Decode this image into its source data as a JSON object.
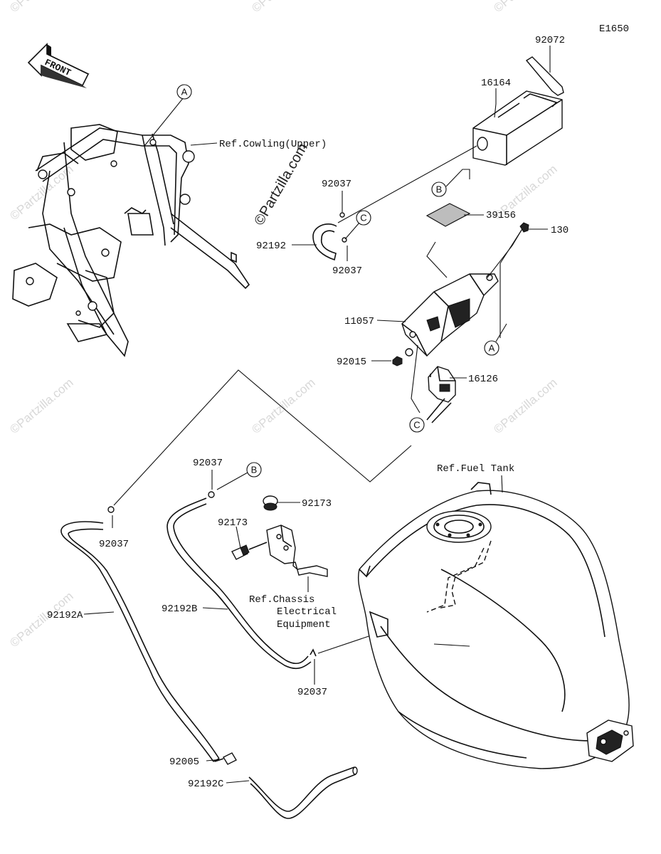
{
  "diagram_code": "E1650",
  "front_arrow_label": "FRONT",
  "watermark": "©Partzilla.com",
  "brand_watermark": "©Partzilla.com",
  "callouts": {
    "a1": "A",
    "a2": "A",
    "b1": "B",
    "b2": "B",
    "c1": "C",
    "c2": "C"
  },
  "parts": {
    "p92072": "92072",
    "p16164": "16164",
    "p92037_top": "92037",
    "p92192": "92192",
    "p92037_mid": "92037",
    "p39156": "39156",
    "p130": "130",
    "p11057": "11057",
    "p92015": "92015",
    "p16126": "16126",
    "p92037_lower": "92037",
    "p92037_left": "92037",
    "p92173_a": "92173",
    "p92173_b": "92173",
    "p92192A": "92192A",
    "p92192B": "92192B",
    "p92037_bottom": "92037",
    "p92005": "92005",
    "p92192C": "92192C"
  },
  "refs": {
    "cowling": "Ref.Cowling(Upper)",
    "fuel_tank": "Ref.Fuel Tank",
    "chassis_1": "Ref.Chassis",
    "chassis_2": "Electrical",
    "chassis_3": "Equipment"
  }
}
